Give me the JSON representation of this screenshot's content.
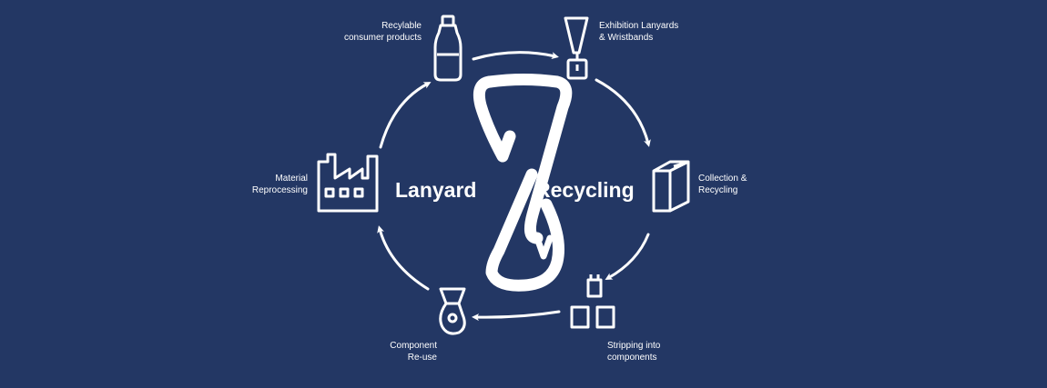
{
  "diagram": {
    "center": {
      "word_left": "Lanyard",
      "word_right": "Recycling"
    },
    "steps": [
      {
        "id": "recyclable",
        "icon": "bottle-icon",
        "lines": [
          "Recylable",
          "consumer products"
        ]
      },
      {
        "id": "lanyards",
        "icon": "lanyard-icon",
        "lines": [
          "Exhibition Lanyards",
          "& Wristbands"
        ]
      },
      {
        "id": "collection",
        "icon": "recycling-bin-icon",
        "lines": [
          "Collection &",
          "Recycling"
        ]
      },
      {
        "id": "stripping",
        "icon": "component-boxes-icon",
        "lines": [
          "Stripping into",
          "components"
        ]
      },
      {
        "id": "reuse",
        "icon": "lanyard-clip-icon",
        "lines": [
          "Component",
          "Re-use"
        ]
      },
      {
        "id": "reprocessing",
        "icon": "factory-icon",
        "lines": [
          "Material",
          "Reprocessing"
        ]
      }
    ],
    "colors": {
      "background": "#233764",
      "foreground": "#ffffff"
    }
  }
}
